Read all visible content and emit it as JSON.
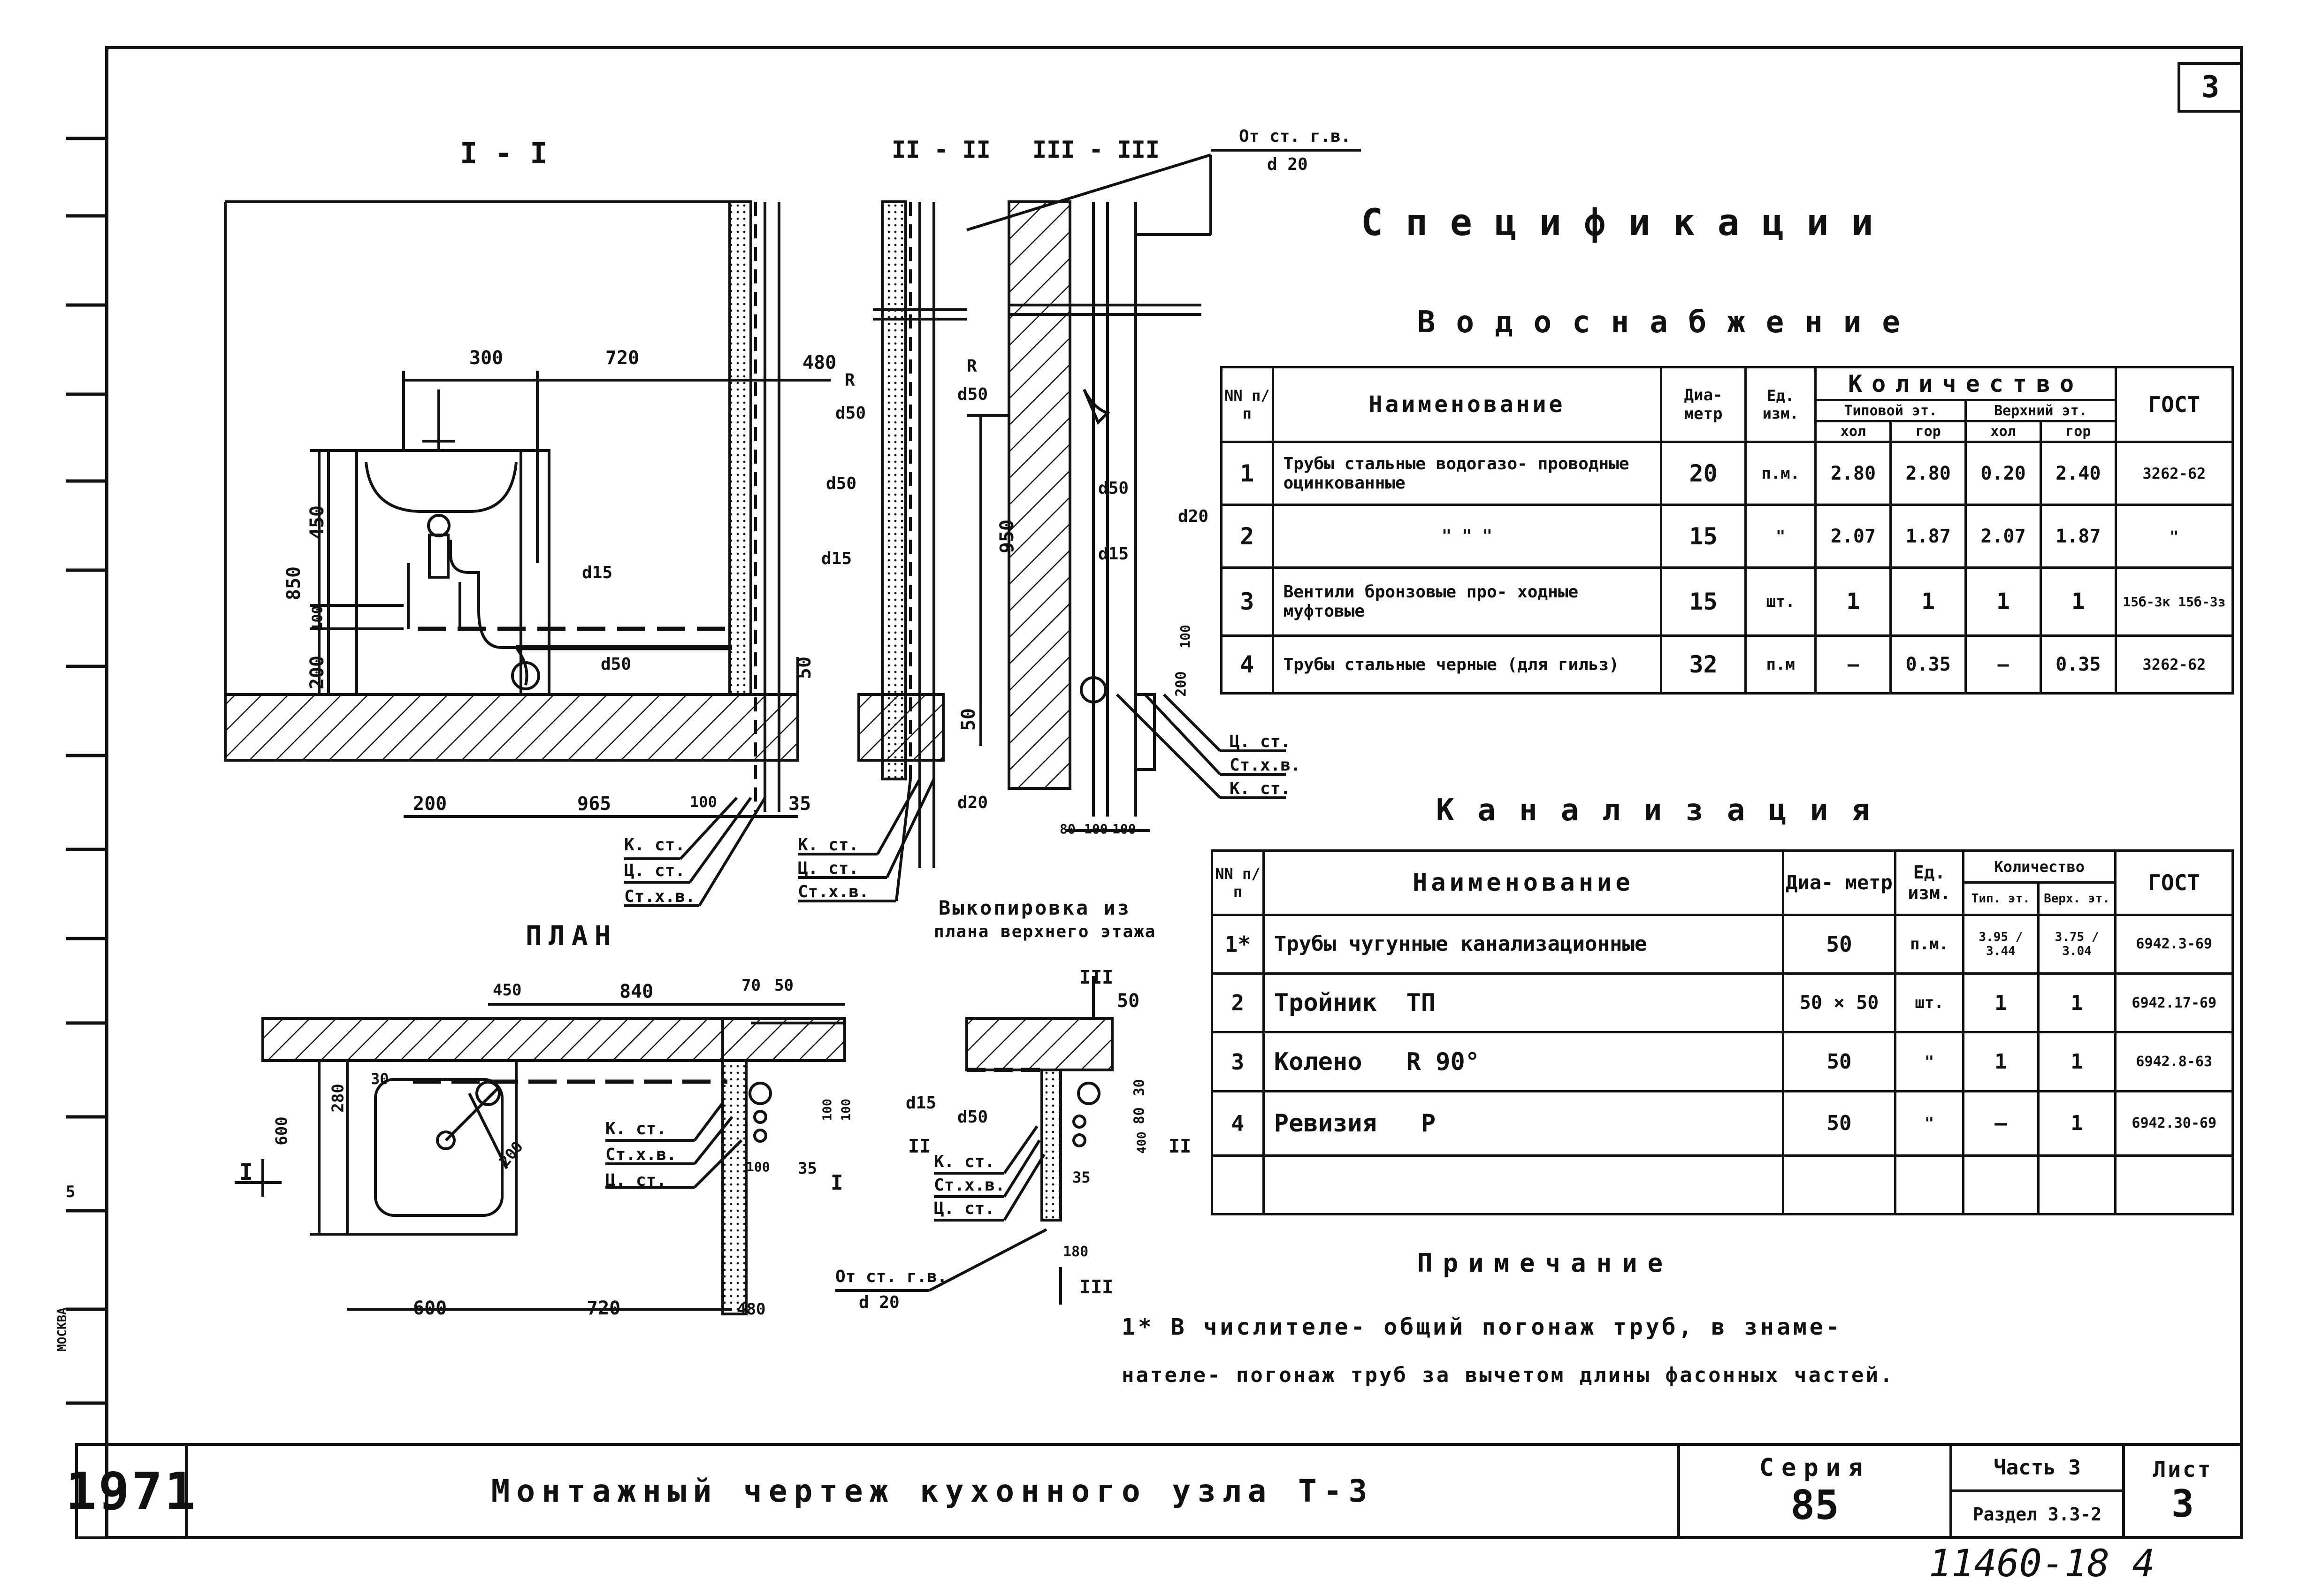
{
  "sheet": {
    "corner_number": "3",
    "bottom_handwritten": "11460-18  4",
    "left_margin_tags": [
      "5",
      "МОСКВА"
    ]
  },
  "sections": {
    "s1": "I - I",
    "s2": "II - II",
    "s3": "III - III",
    "plan": "ПЛАН",
    "copy": "Выкопировка из",
    "copy2": "плана верхнего этажа"
  },
  "dims": {
    "d300": "300",
    "d720": "720",
    "d480": "480",
    "d850": "850",
    "d450": "450",
    "d100": "100",
    "d200": "200",
    "d200b": "200",
    "d965": "965",
    "d100b": "100",
    "d35": "35",
    "d50": "50",
    "d950": "950",
    "d50b": "50",
    "d80": "80",
    "d100c": "100",
    "d100d": "100",
    "d200c": "200",
    "d100e": "100",
    "p450": "450",
    "p840": "840",
    "p70": "70",
    "p50": "50",
    "p280": "280",
    "p600": "600",
    "p30": "30",
    "p200": "200",
    "p100": "100",
    "p35": "35",
    "p600b": "600",
    "p720": "720",
    "p480": "480",
    "p100b": "100",
    "p100c": "100",
    "c50": "50",
    "c30": "30",
    "c80": "80",
    "c400": "400",
    "c35": "35",
    "c180": "180"
  },
  "labels": {
    "ot_st": "От ст. г.в.",
    "d20_top": "d 20",
    "R1": "R",
    "d50_1": "d50",
    "R2": "R",
    "d50_2": "d50",
    "d50_3": "d50",
    "d15_1": "d15",
    "d15_2": "d15",
    "d50_4": "d50",
    "d20_2": "d20",
    "d15_3": "d15",
    "d50_5": "d50",
    "d20_3": "d20",
    "kst1": "К. ст.",
    "tsst1": "Ц. ст.",
    "stxv1": "Ст.х.в.",
    "kst2": "К. ст.",
    "tsst2": "Ц. ст.",
    "stxv2": "Ст.х.в.",
    "tsst3": "Ц. ст.",
    "stxv3": "Ст.х.в.",
    "kst3": "К. ст.",
    "kst4": "К. ст.",
    "stxv4": "Ст.х.в.",
    "tsst4": "Ц. ст.",
    "d15_4": "d15",
    "d50_6": "d50",
    "kst5": "К. ст.",
    "stxv5": "Ст.х.в.",
    "tsst5": "Ц. ст.",
    "ot_st2": "От ст. г.в.",
    "d20_4": "d 20",
    "sec_I": "I",
    "sec_I2": "I",
    "sec_II": "II",
    "sec_II2": "II",
    "sec_III": "III",
    "sec_III2": "III"
  },
  "spec": {
    "title": "Спецификации",
    "water_title": "Водоснабжение",
    "water_headers": {
      "nn": "NN п/п",
      "name": "Наименование",
      "diam": "Диа- метр",
      "unit": "Ед. изм.",
      "qty": "Количество",
      "typ": "Типовой эт.",
      "top": "Верхний эт.",
      "hol": "хол",
      "gor": "гор",
      "gost": "ГОСТ"
    },
    "water_rows": [
      {
        "n": "1",
        "name": "Трубы стальные водогазо- проводные оцинкованные",
        "d": "20",
        "u": "п.м.",
        "a": "2.80",
        "b": "2.80",
        "c": "0.20",
        "e": "2.40",
        "g": "3262-62"
      },
      {
        "n": "2",
        "name": "\"        \"        \"",
        "d": "15",
        "u": "\"",
        "a": "2.07",
        "b": "1.87",
        "c": "2.07",
        "e": "1.87",
        "g": "\""
      },
      {
        "n": "3",
        "name": "Вентили бронзовые про- ходные муфтовые",
        "d": "15",
        "u": "шт.",
        "a": "1",
        "b": "1",
        "c": "1",
        "e": "1",
        "g": "15б-3к 15б-3з"
      },
      {
        "n": "4",
        "name": "Трубы стальные черные (для гильз)",
        "d": "32",
        "u": "п.м",
        "a": "—",
        "b": "0.35",
        "c": "—",
        "e": "0.35",
        "g": "3262-62"
      }
    ],
    "sewer_title": "Канализация",
    "sewer_headers": {
      "nn": "NN п/п",
      "name": "Наименование",
      "diam": "Диа- метр",
      "unit": "Ед. изм.",
      "qty": "Количество",
      "typ": "Тип. эт.",
      "top": "Верх. эт.",
      "gost": "ГОСТ"
    },
    "sewer_rows": [
      {
        "n": "1*",
        "name": "Трубы чугунные канализационные",
        "d": "50",
        "u": "п.м.",
        "a": "3.95 / 3.44",
        "b": "3.75 / 3.04",
        "g": "6942.3-69"
      },
      {
        "n": "2",
        "name": "Тройник  ТП",
        "d": "50 × 50",
        "u": "шт.",
        "a": "1",
        "b": "1",
        "g": "6942.17-69"
      },
      {
        "n": "3",
        "name": "Колено   R 90°",
        "d": "50",
        "u": "\"",
        "a": "1",
        "b": "1",
        "g": "6942.8-63"
      },
      {
        "n": "4",
        "name": "Ревизия   Р",
        "d": "50",
        "u": "\"",
        "a": "—",
        "b": "1",
        "g": "6942.30-69"
      }
    ],
    "note_title": "Примечание",
    "note_line1": "1* В числителе- общий погонаж труб, в знаме-",
    "note_line2": "нателе- погонаж труб за вычетом длины фасонных частей."
  },
  "title_block": {
    "year": "1971",
    "title": "Монтажный чертеж кухонного узла Т-3",
    "series_label": "Серия",
    "series_value": "85",
    "part": "Часть 3",
    "section": "Раздел 3.3-2",
    "sheet_label": "Лист",
    "sheet_value": "3"
  }
}
